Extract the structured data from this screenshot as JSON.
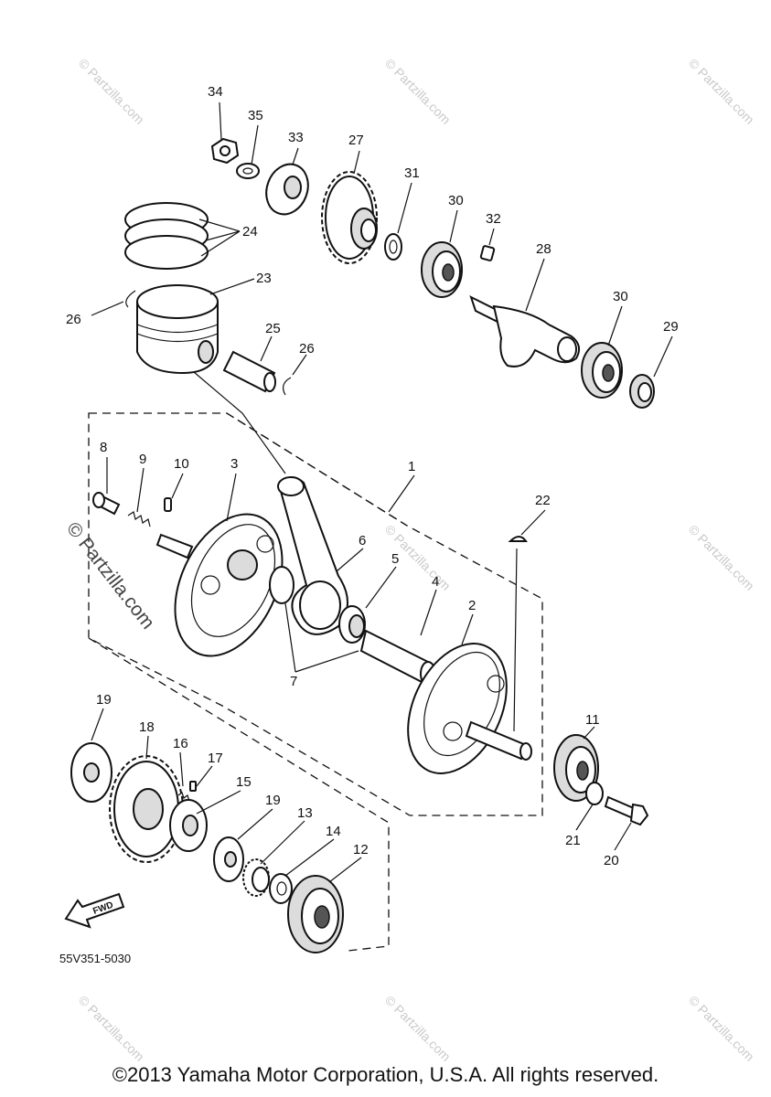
{
  "diagram_code": "55V351-5030",
  "fwd_label": "FWD",
  "copyright": "©2013 Yamaha Motor Corporation, U.S.A. All rights reserved.",
  "watermark_side": "© Partzilla.com",
  "watermark_tile": "© Partzilla.com",
  "callouts": {
    "n1": "1",
    "n2": "2",
    "n3": "3",
    "n4": "4",
    "n5": "5",
    "n6": "6",
    "n7": "7",
    "n8": "8",
    "n9": "9",
    "n10": "10",
    "n11": "11",
    "n12": "12",
    "n13": "13",
    "n14": "14",
    "n15": "15",
    "n16": "16",
    "n17": "17",
    "n18": "18",
    "n19a": "19",
    "n19b": "19",
    "n20": "20",
    "n21": "21",
    "n22": "22",
    "n23": "23",
    "n24": "24",
    "n25": "25",
    "n26a": "26",
    "n26b": "26",
    "n27": "27",
    "n28": "28",
    "n29": "29",
    "n30a": "30",
    "n30b": "30",
    "n31": "31",
    "n32": "32",
    "n33": "33",
    "n34": "34",
    "n35": "35"
  }
}
